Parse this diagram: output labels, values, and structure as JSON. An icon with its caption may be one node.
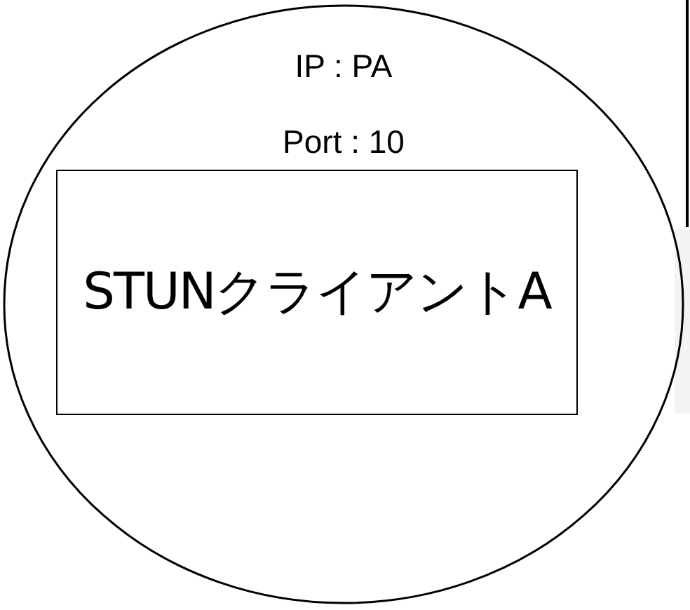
{
  "diagram": {
    "nodes": [
      {
        "text": [
          "IP : PA",
          "Port : 10"
        ]
      },
      {
        "text": [
          "STUNクライアントA"
        ],
        "in": 0
      }
    ]
  }
}
